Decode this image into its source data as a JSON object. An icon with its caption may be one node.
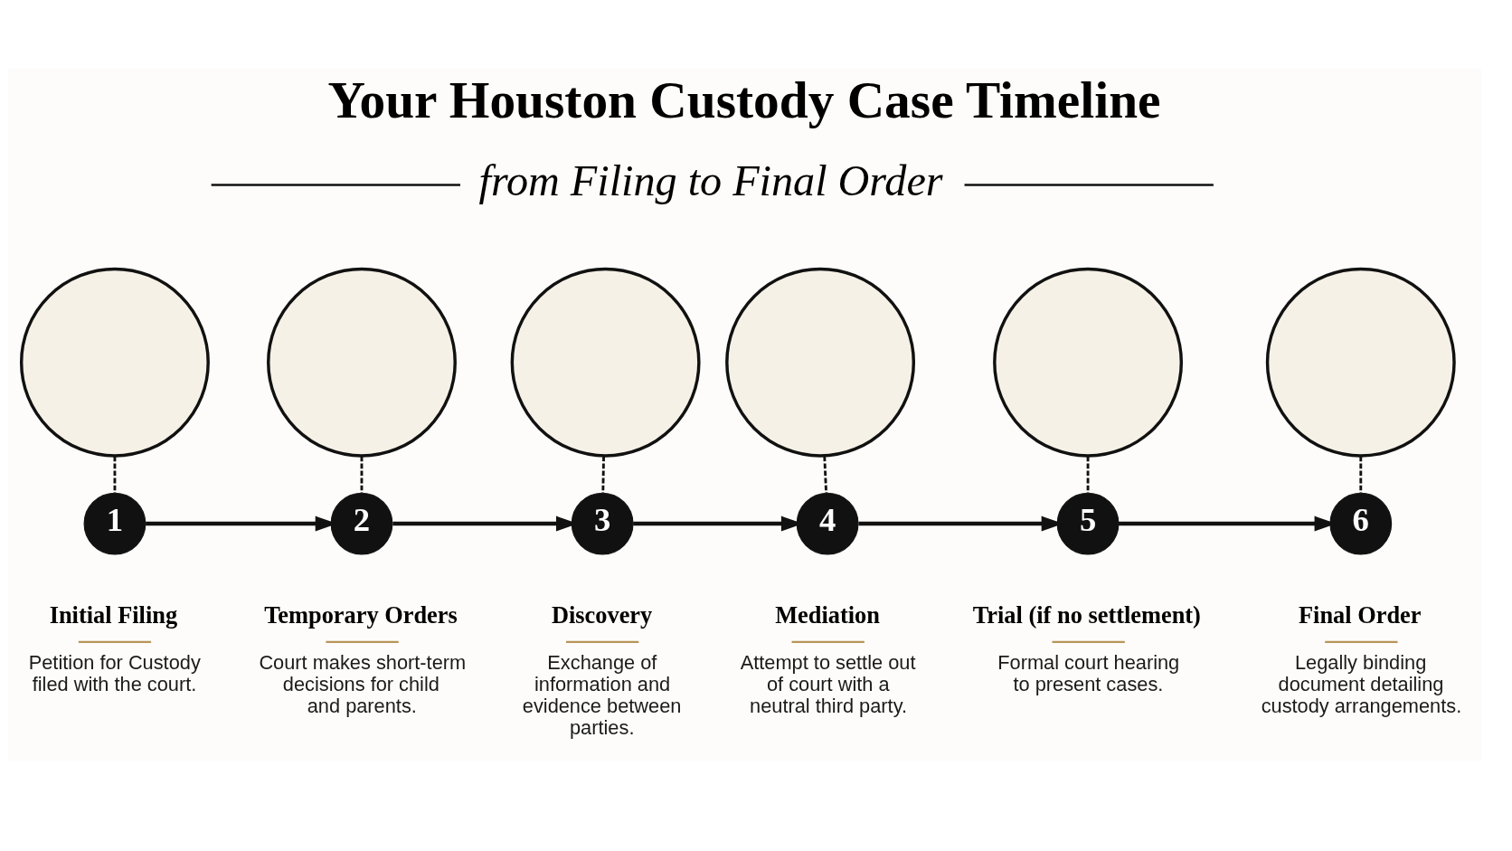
{
  "diagram": {
    "title": "Your Houston Custody Case Timeline",
    "nodes": [
      {
        "text": [],
        "shape": "circle"
      },
      {
        "text": [],
        "shape": "circle"
      },
      {
        "text": [],
        "shape": "circle"
      },
      {
        "text": [],
        "shape": "circle"
      },
      {
        "text": [],
        "shape": "circle"
      },
      {
        "text": [],
        "shape": "circle"
      },
      {
        "text": [
          "1"
        ],
        "beside": [
          "Initial Filing",
          "Petition for Custody filed with the court."
        ]
      },
      {
        "text": [
          "2"
        ],
        "beside": [
          "Temporary Orders",
          "Court makes short-term decisions for child and parents."
        ]
      },
      {
        "text": [
          "3"
        ],
        "beside": [
          "Discovery",
          "Exchange of information and evidence between parties."
        ]
      },
      {
        "text": [
          "4"
        ],
        "beside": [
          "Mediation",
          "Attempt to settle out of court with a neutral third party."
        ]
      },
      {
        "text": [
          "5"
        ],
        "beside": [
          "Trial (if no settlement)",
          "Formal court hearing to present cases."
        ]
      },
      {
        "text": [
          "6"
        ],
        "beside": [
          "Final Order",
          "Legally binding document detailing custody arrangements."
        ]
      }
    ],
    "edges": [
      {
        "from": 6,
        "to": 7,
        "arrow": "to"
      },
      {
        "from": 7,
        "to": 8,
        "arrow": "to"
      },
      {
        "from": 8,
        "to": 9,
        "arrow": "to"
      },
      {
        "from": 9,
        "to": 10,
        "arrow": "to"
      },
      {
        "from": 10,
        "to": 11,
        "arrow": "to"
      },
      {
        "from": 0,
        "to": 6,
        "arrow": "none",
        "style": "dashed"
      },
      {
        "from": 1,
        "to": 7,
        "arrow": "none",
        "style": "dashed"
      },
      {
        "from": 2,
        "to": 8,
        "arrow": "none",
        "style": "dashed"
      },
      {
        "from": 3,
        "to": 9,
        "arrow": "none",
        "style": "dashed"
      },
      {
        "from": 4,
        "to": 10,
        "arrow": "none",
        "style": "dashed"
      },
      {
        "from": 5,
        "to": 11,
        "arrow": "none",
        "style": "dashed"
      }
    ],
    "labels": [
      "from Filing to Final Order"
    ]
  }
}
